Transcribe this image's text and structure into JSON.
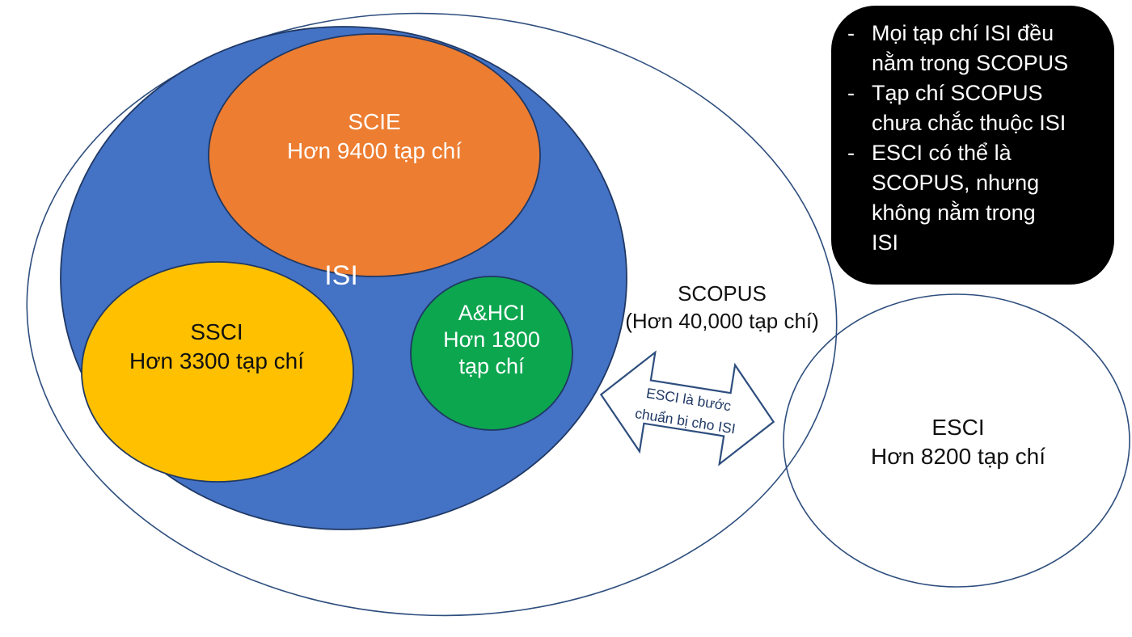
{
  "diagram": {
    "scopus": {
      "line1": "SCOPUS",
      "line2": "(Hơn 40,000 tạp chí)"
    },
    "isi": {
      "label": "ISI"
    },
    "scie": {
      "line1": "SCIE",
      "line2": "Hơn 9400 tạp chí"
    },
    "ssci": {
      "line1": "SSCI",
      "line2": "Hơn 3300 tạp chí"
    },
    "ahci": {
      "line1": "A&HCI",
      "line2": "Hơn 1800",
      "line3": "tạp chí"
    },
    "esci": {
      "line1": "ESCI",
      "line2": "Hơn 8200 tạp chí"
    },
    "arrow": {
      "line1": "ESCI là bước",
      "line2": "chuẩn bị cho ISI"
    }
  },
  "note": {
    "bullets": [
      {
        "dash": "-",
        "lines": [
          "Mọi tạp chí ISI đều",
          "nằm trong SCOPUS"
        ]
      },
      {
        "dash": "-",
        "lines": [
          "Tạp chí SCOPUS",
          "chưa chắc thuộc ISI"
        ]
      },
      {
        "dash": "-",
        "lines": [
          "ESCI có thể là",
          "SCOPUS, nhưng",
          "không nằm trong",
          "ISI"
        ]
      }
    ]
  },
  "colors": {
    "isi_blue": "#4472C4",
    "scie_orange": "#ED7D31",
    "ssci_yellow": "#FFC000",
    "ahci_green": "#0CA64F",
    "outline_dark": "#1F3864",
    "outline_light": "#2E4E7E",
    "arrow_fill": "#FFFFFF",
    "note_bg": "#000000",
    "note_text": "#FFFFFF"
  }
}
